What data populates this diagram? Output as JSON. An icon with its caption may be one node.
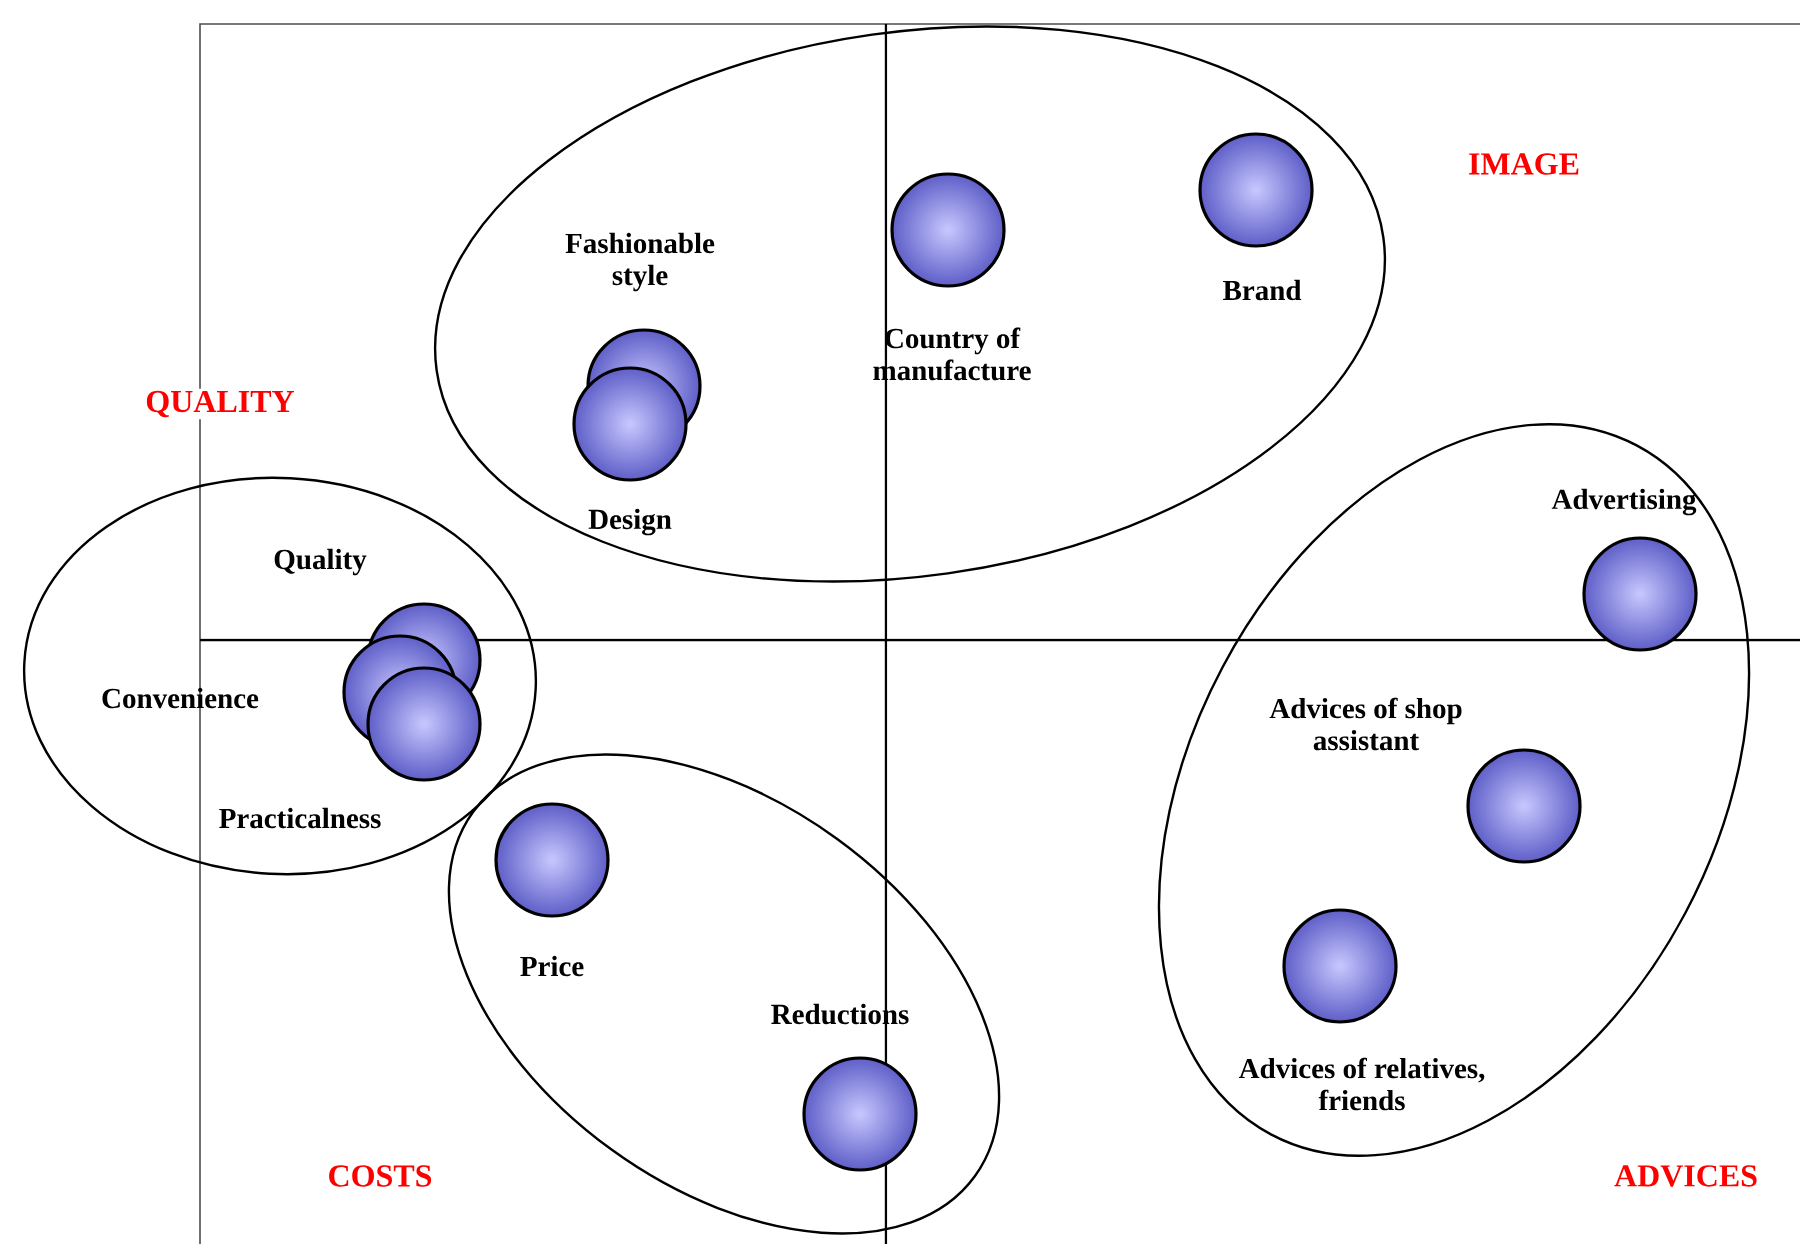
{
  "diagram": {
    "nodes": [
      {
        "text": [],
        "shape": "ellipse"
      },
      {
        "text": [
          "Fashionable style"
        ],
        "in": 0
      },
      {
        "text": [
          "Design"
        ],
        "in": 0
      },
      {
        "text": [
          "Country of manufacture"
        ],
        "in": 0
      },
      {
        "text": [
          "Brand"
        ],
        "in": 0
      },
      {
        "text": [],
        "shape": "ellipse"
      },
      {
        "text": [
          "Quality"
        ],
        "in": 5
      },
      {
        "text": [
          "Convenience"
        ],
        "in": 5
      },
      {
        "text": [
          "Practicalness"
        ],
        "in": 5
      },
      {
        "text": [],
        "shape": "ellipse"
      },
      {
        "text": [
          "Price"
        ],
        "in": 9
      },
      {
        "text": [
          "Reductions"
        ],
        "in": 9
      },
      {
        "text": [],
        "shape": "ellipse"
      },
      {
        "text": [
          "Advertising"
        ],
        "in": 12
      },
      {
        "text": [
          "Advices of shop assistant"
        ],
        "in": 12
      },
      {
        "text": [
          "Advices of relatives, friends"
        ],
        "in": 12
      }
    ],
    "labels": [
      "IMAGE",
      "QUALITY",
      "COSTS",
      "ADVICES"
    ]
  }
}
